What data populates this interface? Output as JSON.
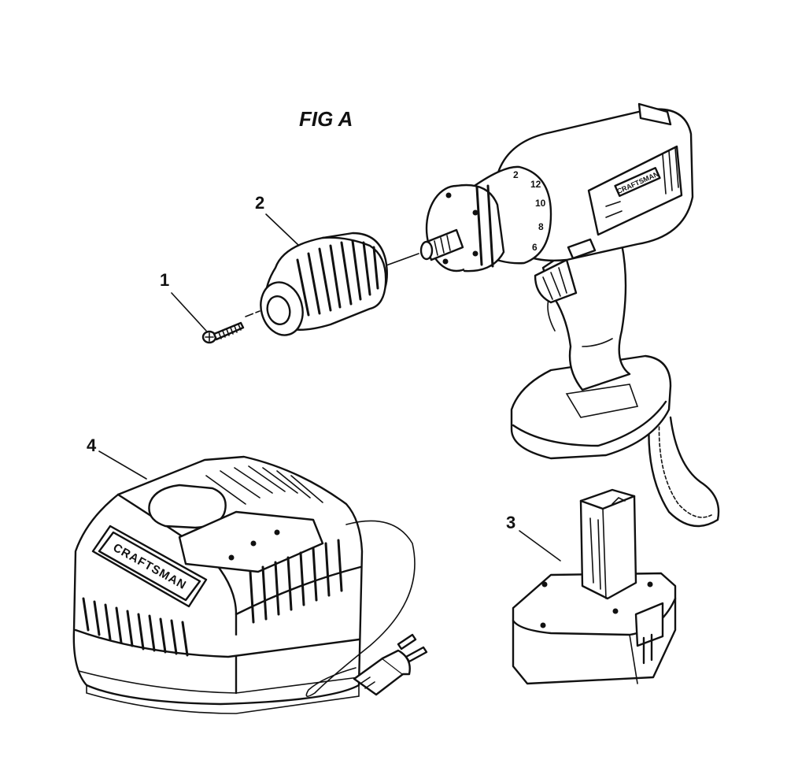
{
  "figure": {
    "title": "FIG A",
    "callouts": [
      {
        "number": "1",
        "part": "screw"
      },
      {
        "number": "2",
        "part": "chuck"
      },
      {
        "number": "3",
        "part": "battery pack"
      },
      {
        "number": "4",
        "part": "charger"
      }
    ],
    "brand_labels": {
      "drill": "CRAFTSMAN",
      "charger": "CRAFTSMAN"
    },
    "clutch_dial_marks": [
      "2",
      "12",
      "10",
      "8",
      "6"
    ]
  },
  "icons": {
    "screw": "screw-icon",
    "chuck": "chuck-icon",
    "drill": "drill-body-icon",
    "battery": "battery-pack-icon",
    "charger": "charger-icon",
    "plug": "power-plug-icon"
  }
}
